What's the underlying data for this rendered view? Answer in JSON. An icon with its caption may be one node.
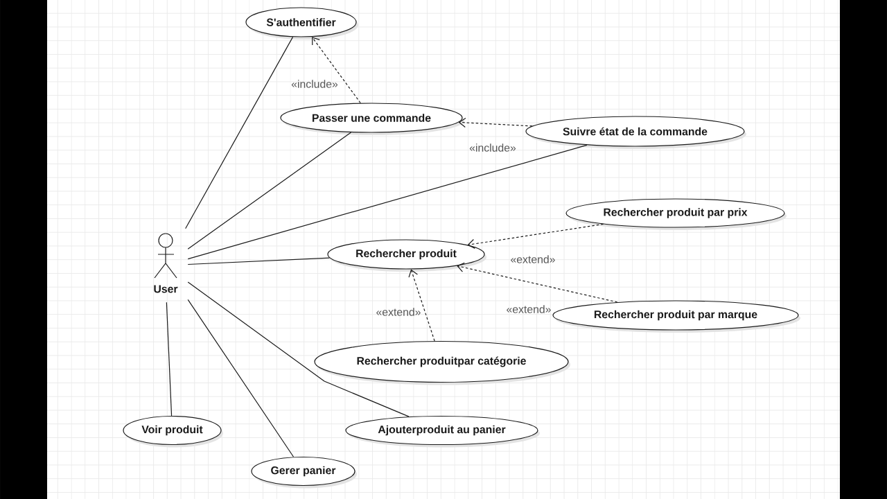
{
  "diagram": {
    "nodes": [
      {
        "text": [
          "User"
        ]
      },
      {
        "text": [
          "S'authentifier"
        ]
      },
      {
        "text": [
          "Passer une commande"
        ]
      },
      {
        "text": [
          "Suivre état de la commande"
        ]
      },
      {
        "text": [
          "Rechercher produit par prix"
        ]
      },
      {
        "text": [
          "Rechercher produit"
        ]
      },
      {
        "text": [
          "Rechercher produit par marque"
        ]
      },
      {
        "text": [
          "Rechercher produitpar catégorie"
        ]
      },
      {
        "text": [
          "Voir produit"
        ]
      },
      {
        "text": [
          "Ajouterproduit au panier"
        ]
      },
      {
        "text": [
          "Gerer panier"
        ]
      }
    ],
    "edges": [
      {
        "from": 0,
        "to": 1,
        "arrow": "none"
      },
      {
        "from": 0,
        "to": 2,
        "arrow": "none"
      },
      {
        "from": 0,
        "to": 3,
        "arrow": "none"
      },
      {
        "from": 0,
        "to": 5,
        "arrow": "none"
      },
      {
        "from": 0,
        "to": 9,
        "arrow": "none"
      },
      {
        "from": 0,
        "to": 10,
        "arrow": "none"
      },
      {
        "from": 0,
        "to": 8,
        "arrow": "none"
      },
      {
        "from": 2,
        "to": 1,
        "arrow": "to",
        "style": "dashed",
        "label": "«include»"
      },
      {
        "from": 3,
        "to": 2,
        "arrow": "to",
        "style": "dashed",
        "label": "«include»"
      },
      {
        "from": 4,
        "to": 5,
        "arrow": "to",
        "style": "dashed",
        "label": "«extend»"
      },
      {
        "from": 6,
        "to": 5,
        "arrow": "to",
        "style": "dashed",
        "label": "«extend»"
      },
      {
        "from": 7,
        "to": 5,
        "arrow": "to",
        "style": "dashed",
        "label": "«extend»"
      }
    ]
  }
}
